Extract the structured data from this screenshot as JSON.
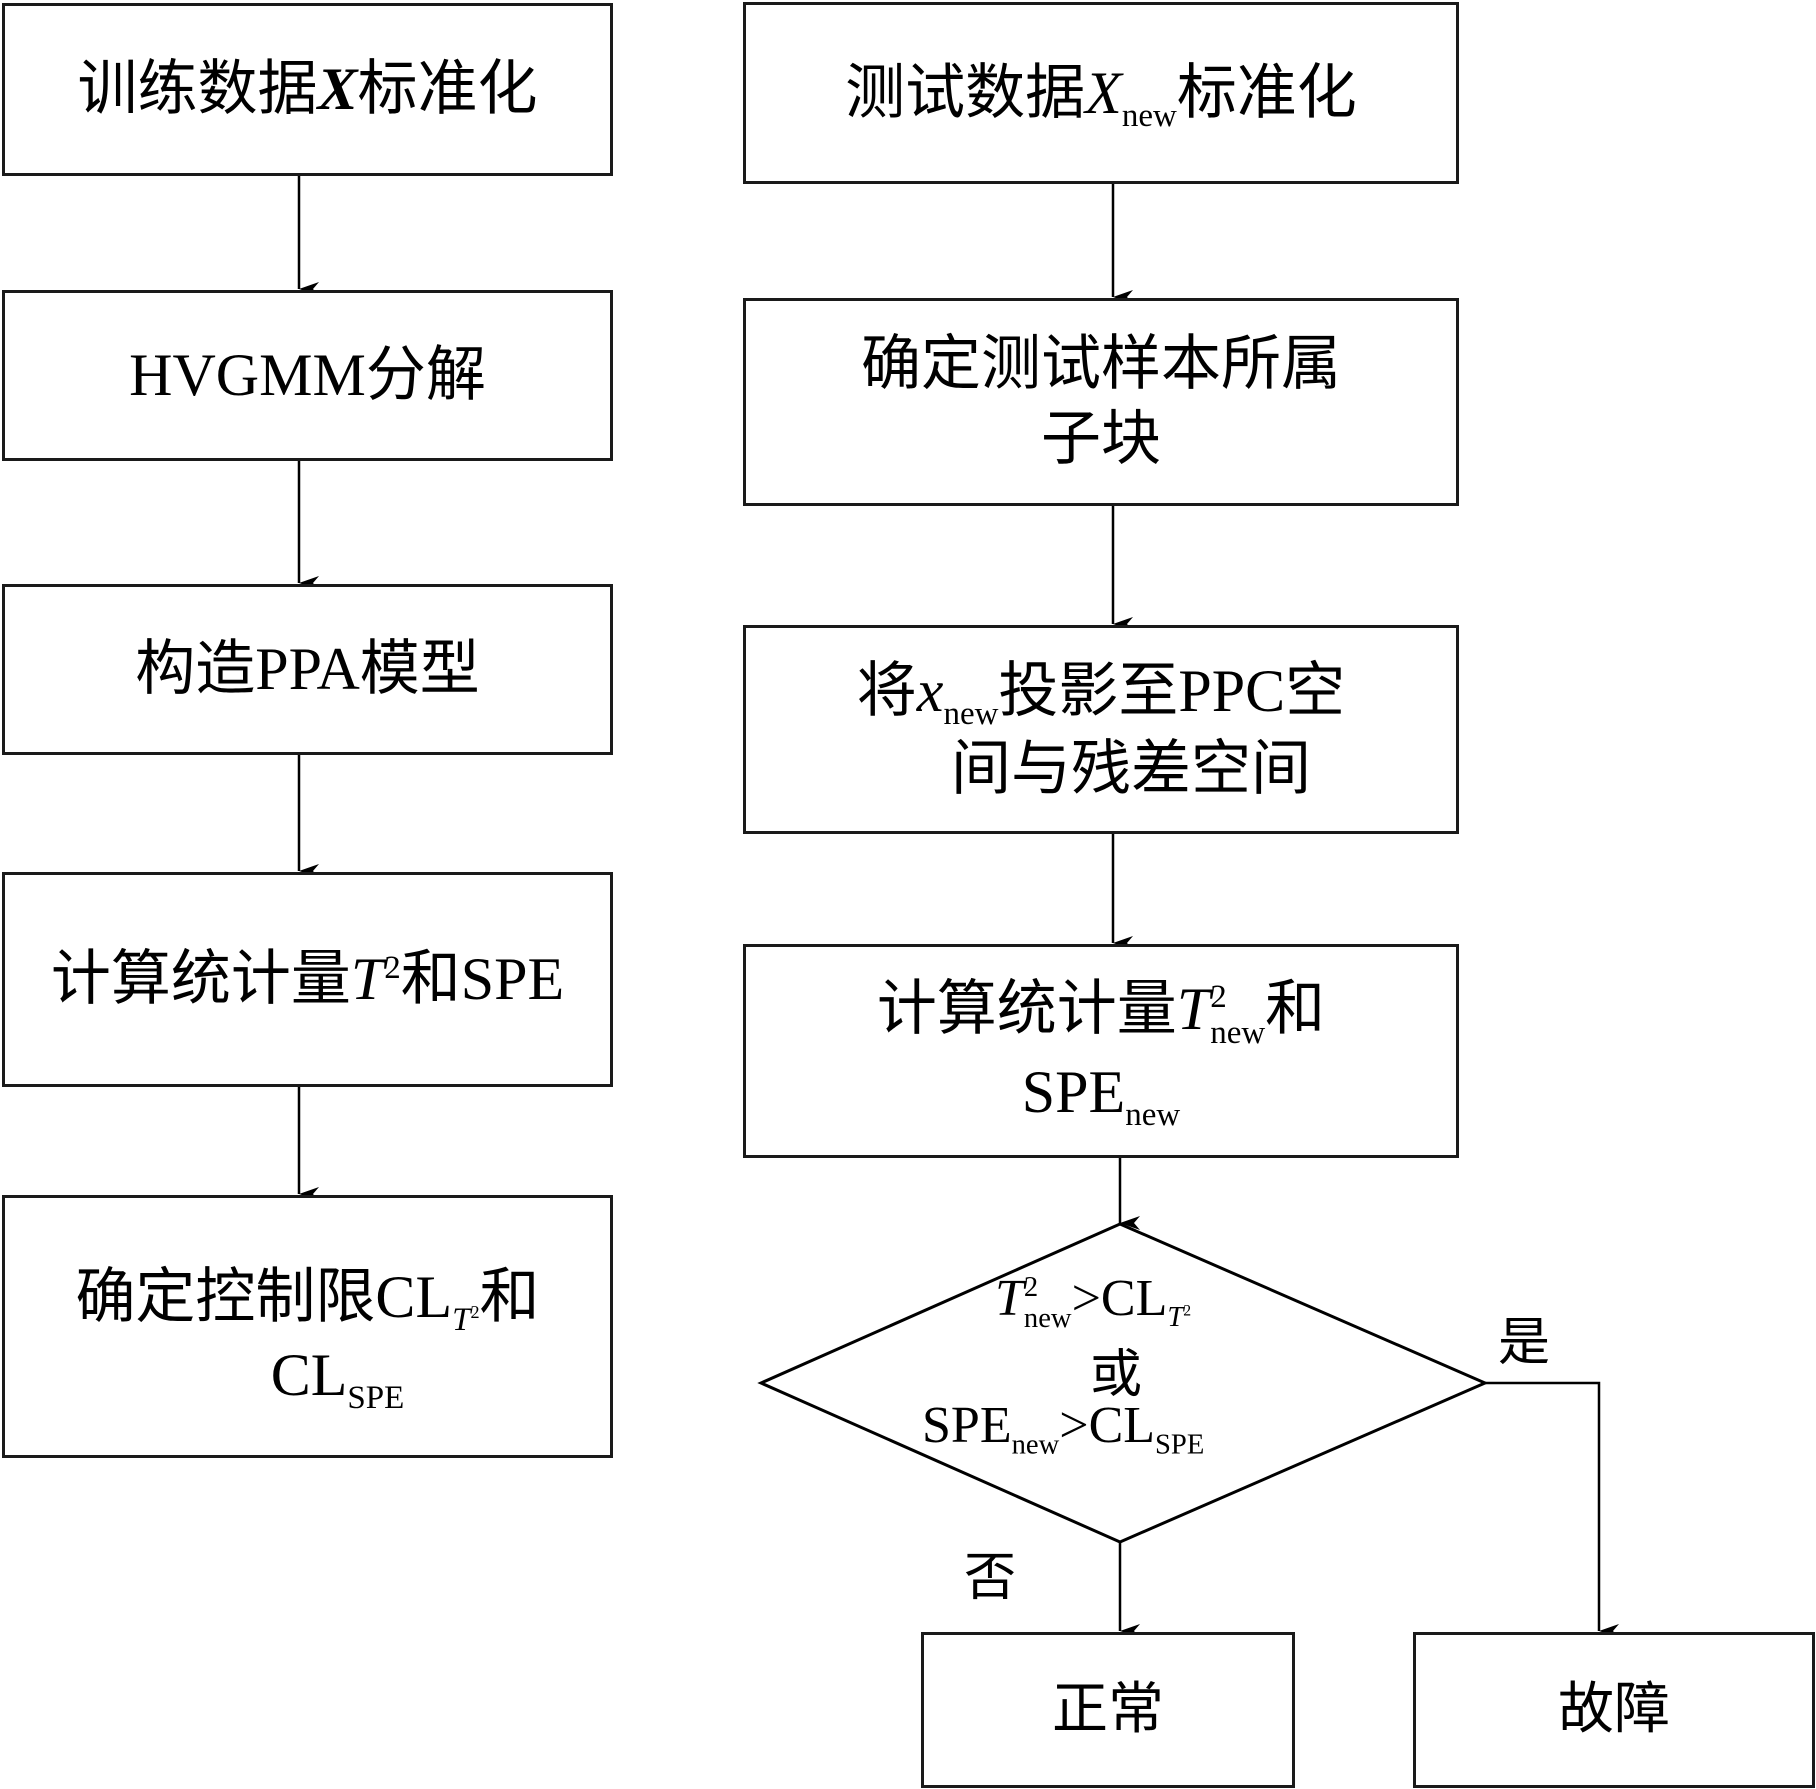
{
  "diagram": {
    "type": "flowchart",
    "left_column": [
      {
        "id": "L1",
        "text": "训练数据X标准化",
        "parts": {
          "pre": "训练数据",
          "var": "X",
          "post": "标准化"
        }
      },
      {
        "id": "L2",
        "text": "HVGMM分解"
      },
      {
        "id": "L3",
        "text": "构造PPA模型"
      },
      {
        "id": "L4",
        "text": "计算统计量T²和SPE",
        "parts": {
          "pre": "计算统计量",
          "var": "T",
          "sup": "2",
          "post": "和SPE"
        }
      },
      {
        "id": "L5",
        "text": "确定控制限CL_T²和CL_SPE",
        "parts": {
          "pre": "确定控制限CL",
          "sub_var": "T",
          "sub_sup": "2",
          "mid": "和",
          "line2": "CL",
          "line2_sub": "SPE"
        }
      }
    ],
    "right_column": [
      {
        "id": "R1",
        "text": "测试数据X_new标准化",
        "parts": {
          "pre": "测试数据",
          "var": "X",
          "sub": "new",
          "post": "标准化"
        }
      },
      {
        "id": "R2",
        "text": "确定测试样本所属子块",
        "parts": {
          "line1": "确定测试样本所属",
          "line2": "子块"
        }
      },
      {
        "id": "R3",
        "text": "将x_new投影至PPC空间与残差空间",
        "parts": {
          "pre": "将",
          "var": "x",
          "sub": "new",
          "post": "投影至PPC空",
          "line2": "间与残差空间"
        }
      },
      {
        "id": "R4",
        "text": "计算统计量T²_new和SPE_new",
        "parts": {
          "pre": "计算统计量",
          "var": "T",
          "sup": "2",
          "sub": "new",
          "post": "和",
          "line2": "SPE",
          "line2_sub": "new"
        }
      }
    ],
    "decision": {
      "id": "D1",
      "text": "T²_new>CL_T² 或 SPE_new>CL_SPE",
      "parts": {
        "l1_var": "T",
        "l1_sup": "2",
        "l1_sub": "new",
        "l1_op": ">CL",
        "l1_cl_sub_var": "T",
        "l1_cl_sub_sup": "2",
        "or": "或",
        "l3_pre": "SPE",
        "l3_sub": "new",
        "l3_op": ">CL",
        "l3_cl_sub": "SPE"
      }
    },
    "yes_label": "是",
    "no_label": "否",
    "outcomes": {
      "normal": "正常",
      "fault": "故障"
    },
    "edges": [
      [
        "L1",
        "L2"
      ],
      [
        "L2",
        "L3"
      ],
      [
        "L3",
        "L4"
      ],
      [
        "L4",
        "L5"
      ],
      [
        "R1",
        "R2"
      ],
      [
        "R2",
        "R3"
      ],
      [
        "R3",
        "R4"
      ],
      [
        "R4",
        "D1"
      ],
      [
        "D1",
        "normal",
        "否"
      ],
      [
        "D1",
        "fault",
        "是"
      ]
    ]
  }
}
